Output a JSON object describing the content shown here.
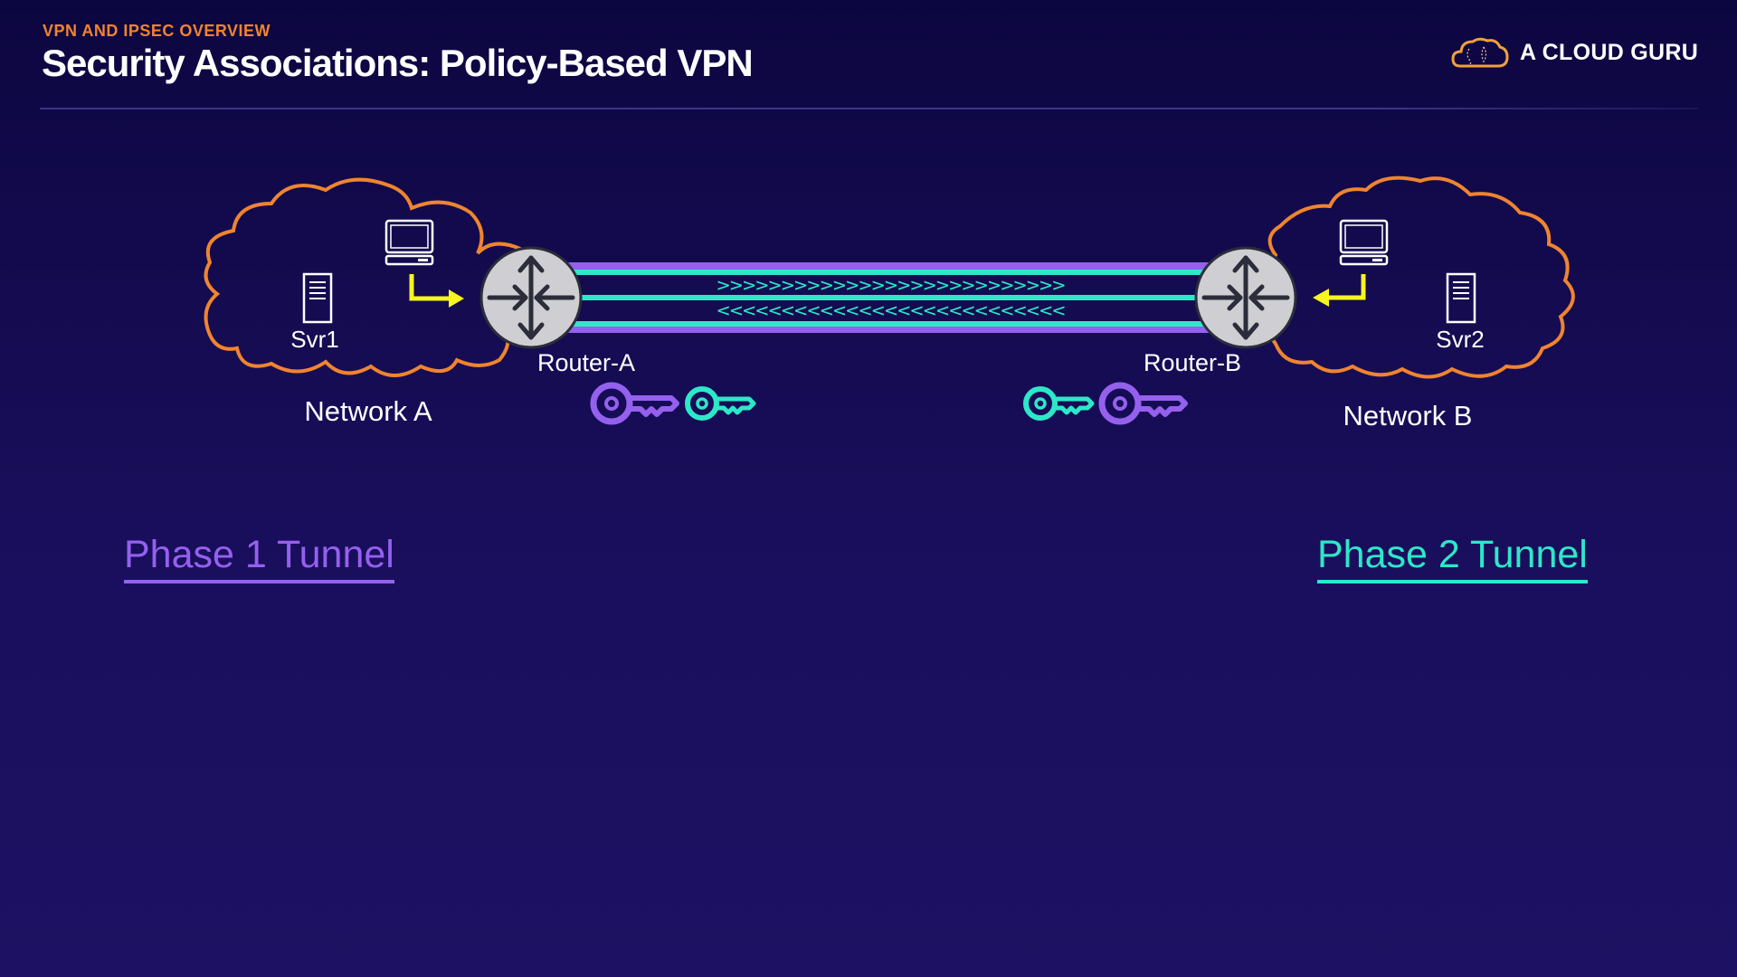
{
  "header": {
    "eyebrow": "VPN AND IPSEC OVERVIEW",
    "title": "Security Associations: Policy-Based VPN"
  },
  "brand": {
    "name": "A CLOUD GURU",
    "logo_icon": "cloud-logo-icon"
  },
  "colors": {
    "background_top": "#0c0640",
    "background_bottom": "#1d1163",
    "eyebrow": "#f0842f",
    "cloud_outline": "#f0842f",
    "phase1": "#9560ee",
    "phase2": "#2de8c8",
    "flow_arrow": "#f5f520",
    "router_fill": "#cfcfd3",
    "router_glyph": "#2b2d3a"
  },
  "diagram": {
    "network_a": {
      "label": "Network A",
      "server_label": "Svr1",
      "router_label": "Router-A",
      "icons": [
        "server-icon",
        "workstation-icon",
        "arrow-right-icon",
        "router-icon",
        "phase1-key-icon",
        "phase2-key-icon"
      ]
    },
    "network_b": {
      "label": "Network B",
      "server_label": "Svr2",
      "router_label": "Router-B",
      "icons": [
        "server-icon",
        "workstation-icon",
        "arrow-left-icon",
        "router-icon",
        "phase2-key-icon",
        "phase1-key-icon"
      ]
    },
    "tunnel": {
      "outbound_chevrons": ">>>>>>>>>>>>>>>>>>>>>>>>>>>",
      "inbound_chevrons": "<<<<<<<<<<<<<<<<<<<<<<<<<<<"
    }
  },
  "legend": {
    "phase1_label": "Phase 1 Tunnel",
    "phase2_label": "Phase 2 Tunnel"
  }
}
